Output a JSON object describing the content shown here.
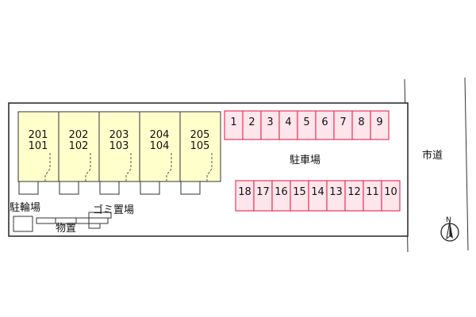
{
  "map": {
    "units": [
      {
        "upper": "201",
        "lower": "101"
      },
      {
        "upper": "202",
        "lower": "102"
      },
      {
        "upper": "203",
        "lower": "103"
      },
      {
        "upper": "204",
        "lower": "104"
      },
      {
        "upper": "205",
        "lower": "105"
      }
    ],
    "parking_top": [
      "1",
      "2",
      "3",
      "4",
      "5",
      "6",
      "7",
      "8",
      "9"
    ],
    "parking_bottom": [
      "18",
      "17",
      "16",
      "15",
      "14",
      "13",
      "12",
      "11",
      "10"
    ],
    "labels": {
      "parking": "駐車場",
      "bicycle_parking": "駐輪場",
      "garbage": "ゴミ置場",
      "storage": "物置",
      "city_road": "市道",
      "north": "N"
    },
    "colors": {
      "unit_fill": "#ffffcc",
      "parking_fill": "#ffe6ec",
      "parking_stroke": "#e83a5a",
      "lot_stroke": "#222222"
    }
  }
}
